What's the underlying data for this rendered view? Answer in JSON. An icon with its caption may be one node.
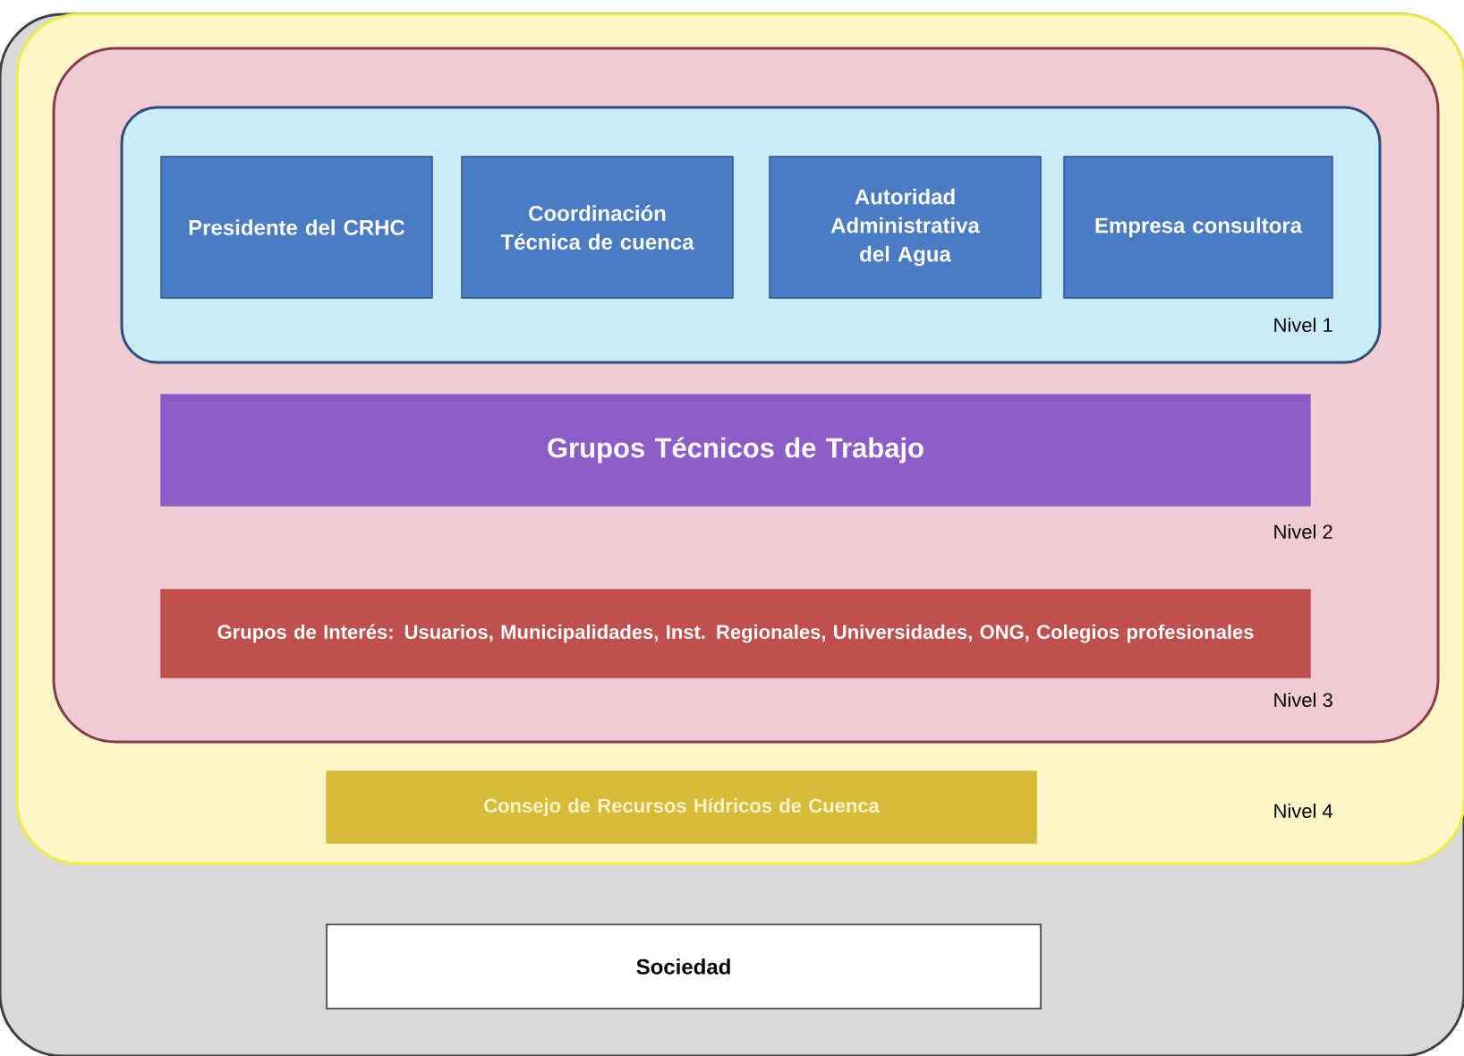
{
  "diagram": {
    "nodes": [
      {
        "text": [],
        "shape": "box"
      },
      {
        "text": [],
        "shape": "box",
        "in": 0
      },
      {
        "text": [],
        "shape": "box",
        "in": 1
      },
      {
        "text": [],
        "shape": "box",
        "in": 2
      },
      {
        "text": [
          "Presidente del CRHC"
        ],
        "in": 3
      },
      {
        "text": [
          "Coordinación Técnica de cuenca"
        ],
        "in": 3
      },
      {
        "text": [
          "Autoridad Administrativa del Agua"
        ],
        "in": 3
      },
      {
        "text": [
          "Empresa consultora"
        ],
        "in": 3
      },
      {
        "text": [
          "Grupos Técnicos de Trabajo"
        ],
        "in": 2
      },
      {
        "text": [
          "Grupos de Interés: Usuarios, Municipalidades, Inst. Regionales, Universidades, ONG, Colegios profesionales"
        ],
        "in": 2
      },
      {
        "text": [
          "Consejo de Recursos Hídricos de Cuenca"
        ],
        "in": 1
      },
      {
        "text": [
          "Sociedad"
        ],
        "in": 0
      }
    ],
    "labels": [
      "Nivel 1",
      "Nivel 2",
      "Nivel 3",
      "Nivel 4"
    ]
  }
}
